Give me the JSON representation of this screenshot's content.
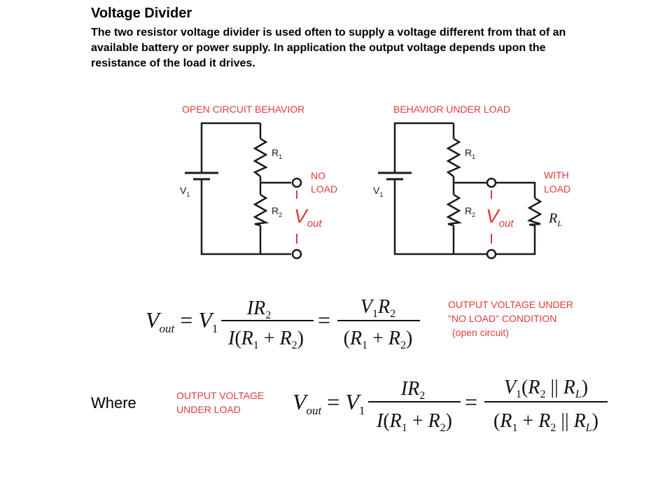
{
  "title": "Voltage Divider",
  "description": "The two resistor voltage divider is used often to supply a voltage different from that of an available battery or power supply. In application the output voltage depends upon the resistance of the load it drives.",
  "left_circuit": {
    "heading": "OPEN CIRCUIT BEHAVIOR",
    "battery": "V",
    "battery_sub": "1",
    "r1": "R",
    "r1_sub": "1",
    "r2": "R",
    "r2_sub": "2",
    "load_line1": "NO",
    "load_line2": "LOAD",
    "vout": "V",
    "vout_sub": "out"
  },
  "right_circuit": {
    "heading": "BEHAVIOR UNDER LOAD",
    "battery": "V",
    "battery_sub": "1",
    "r1": "R",
    "r1_sub": "1",
    "r2": "R",
    "r2_sub": "2",
    "load_line1": "WITH",
    "load_line2": "LOAD",
    "vout": "V",
    "vout_sub": "out",
    "rl": "R",
    "rl_sub": "L"
  },
  "equation1": {
    "note_line1": "OUTPUT  VOLTAGE UNDER",
    "note_line2": "\"NO LOAD\" CONDITION",
    "note_line3": "(open circuit)"
  },
  "where_label": "Where",
  "equation2": {
    "note_line1": "OUTPUT  VOLTAGE",
    "note_line2": "UNDER LOAD"
  },
  "colors": {
    "accent": "#e23b3b",
    "ink": "#1a1a1a"
  }
}
